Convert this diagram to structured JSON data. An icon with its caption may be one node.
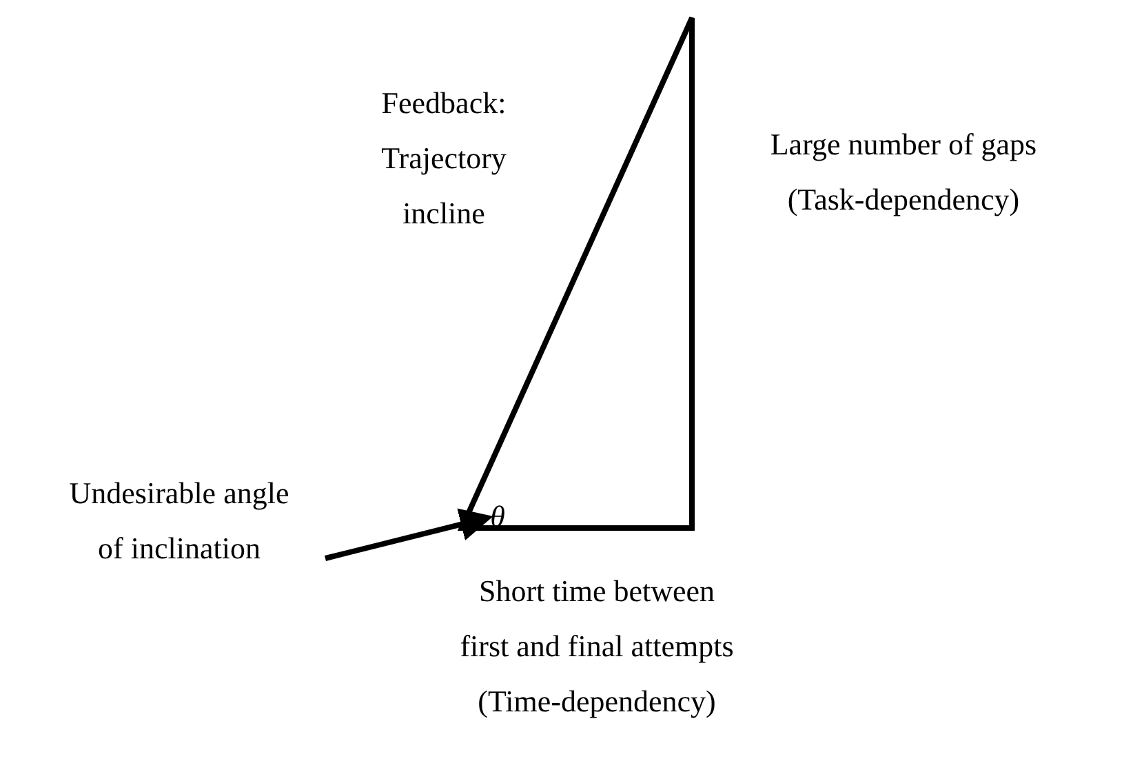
{
  "diagram": {
    "nodes": [
      {
        "text": [
          "Undesirable angle of inclination"
        ]
      },
      {
        "text": [
          "θ"
        ]
      }
    ],
    "edges": [
      {
        "from": 0,
        "to": 1,
        "arrow": "to"
      }
    ],
    "labels": [
      "Feedback: Trajectory incline",
      "Large number of gaps (Task-dependency)",
      "Short time between first and final attempts (Time-dependency)"
    ]
  }
}
